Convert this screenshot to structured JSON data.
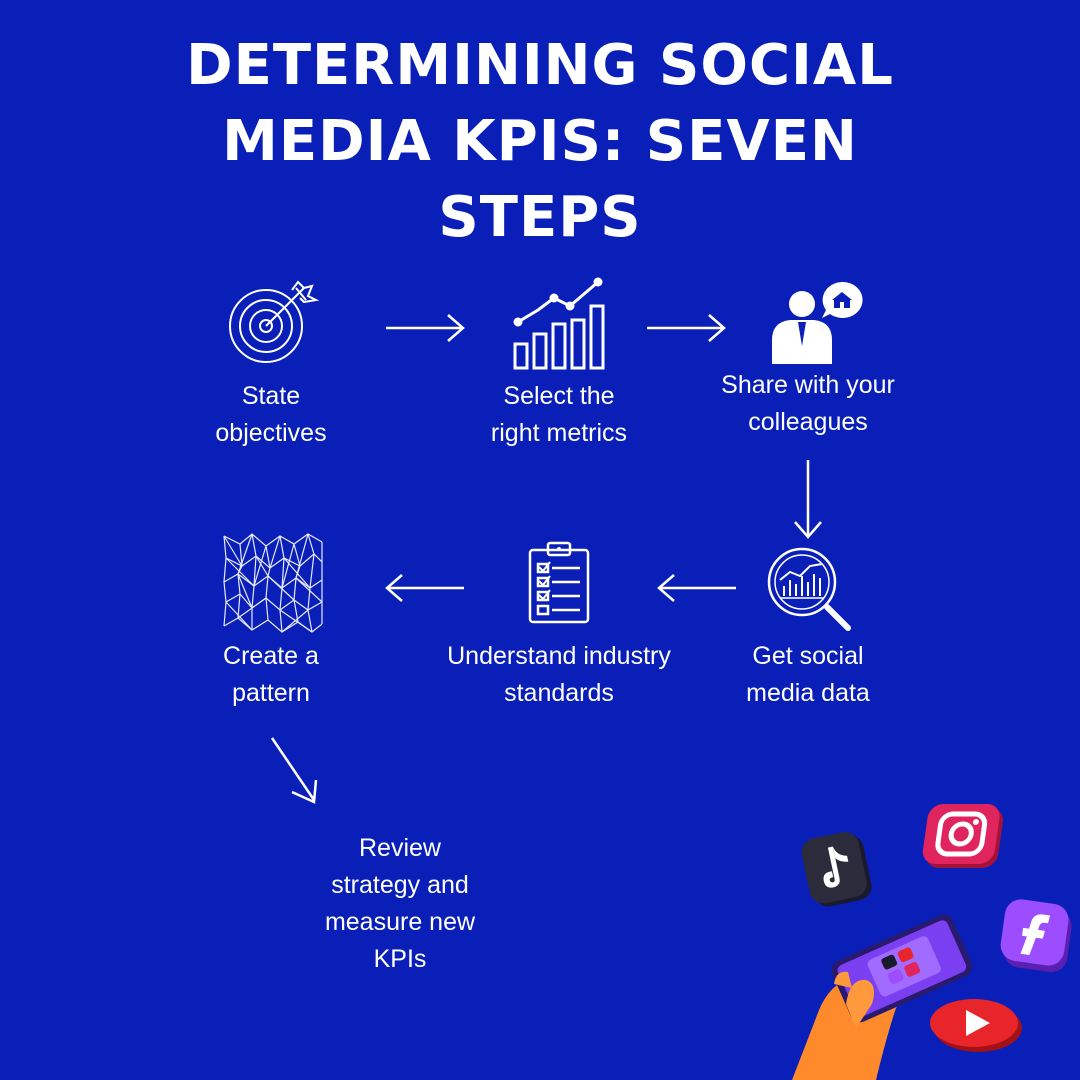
{
  "title": "DETERMINING SOCIAL MEDIA KPIS: SEVEN STEPS",
  "steps": [
    {
      "label": "State\nobjectives",
      "icon": "target-with-arrow-icon"
    },
    {
      "label": "Select the\nright metrics",
      "icon": "bar-chart-trend-icon"
    },
    {
      "label": "Share with your\ncolleagues",
      "icon": "person-speech-bubble-icon"
    },
    {
      "label": "Get social\nmedia data",
      "icon": "magnifier-chart-icon"
    },
    {
      "label": "Understand industry\nstandards",
      "icon": "clipboard-checklist-icon"
    },
    {
      "label": "Create a\npattern",
      "icon": "network-pattern-icon"
    },
    {
      "label": "Review\nstrategy and\nmeasure new\nKPIs",
      "icon": null
    }
  ],
  "colors": {
    "background": "#0a1fb8",
    "foreground": "#ffffff"
  },
  "decoration": {
    "icons": [
      "tiktok-icon",
      "instagram-icon",
      "facebook-icon",
      "youtube-icon",
      "hand-holding-phone-icon"
    ]
  }
}
